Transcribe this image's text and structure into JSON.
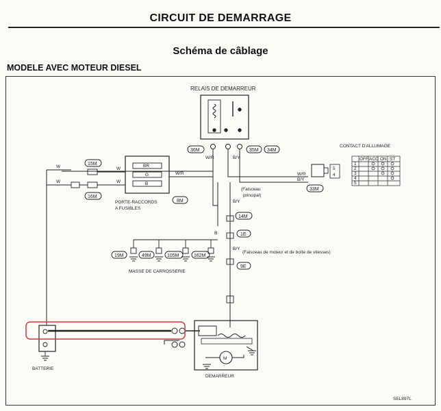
{
  "header": {
    "title": "CIRCUIT DE DEMARRAGE",
    "subtitle": "Schéma de câblage",
    "model": "MODELE AVEC MOTEUR DIESEL"
  },
  "diagram": {
    "relay_label": "RELAIS DE DEMARREUR",
    "ignition_label": "CONTACT D'ALLUMAGE",
    "fuse_block_label_1": "PORTE-RACCORDS",
    "fuse_block_label_2": "A FUSIBLES",
    "harness_main_1": "(Faisceau",
    "harness_main_2": "principal)",
    "harness_engine": "(Faisceau de moteur et de boîte de vitesses)",
    "ground_label": "MASSE DE CARROSSERIE",
    "battery_label": "BATTERIE",
    "starter_label": "DEMARREUR",
    "ref_code": "SEL897L",
    "fuse_rows": [
      "BR",
      "G",
      "B"
    ],
    "connectors": {
      "c15m": "15M",
      "c16m": "16M",
      "c8m": "8M",
      "c36m": "36M",
      "c35m": "35M",
      "c34m": "34M",
      "c33m": "33M",
      "c14m": "14M",
      "c1e": "1E",
      "c9e": "9E",
      "c19m": "19M",
      "c49m": "49M",
      "c105m": "105M",
      "c162m": "162M"
    },
    "wires": {
      "w1": "W",
      "w2": "W",
      "w3": "W",
      "w4": "W",
      "wr1": "W/R",
      "wr2": "W/R",
      "by1": "B/Y",
      "by2": "B/Y",
      "b1": "B",
      "b2": "B"
    },
    "switch_headers": [
      "OFF",
      "ACC",
      "ON",
      "ST"
    ],
    "switch_rows": [
      "1",
      "2",
      "3",
      "4",
      "5"
    ],
    "terminals": [
      "1",
      "2",
      "3",
      "4",
      "5"
    ],
    "battery_pos": "⊕",
    "battery_neg": "⊖"
  },
  "annotation": {
    "highlight_color": "#d23a3a"
  }
}
